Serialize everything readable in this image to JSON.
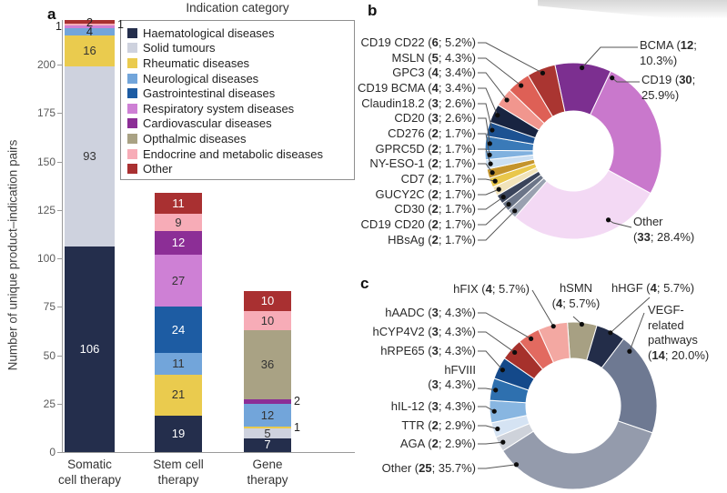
{
  "panels": {
    "a": {
      "panel_label": "a",
      "legend": {
        "title": "Indication category",
        "items": [
          {
            "label": "Haematological diseases",
            "color": "#242e4c"
          },
          {
            "label": "Solid tumours",
            "color": "#ced2de"
          },
          {
            "label": "Rheumatic diseases",
            "color": "#eacb4e"
          },
          {
            "label": "Neurological diseases",
            "color": "#72a5da"
          },
          {
            "label": "Gastrointestinal diseases",
            "color": "#1d5ca3"
          },
          {
            "label": "Respiratory system diseases",
            "color": "#ce80d5"
          },
          {
            "label": "Cardiovascular diseases",
            "color": "#8c2e96"
          },
          {
            "label": "Opthalmic diseases",
            "color": "#a9a284"
          },
          {
            "label": "Endocrine and metabolic diseases",
            "color": "#f7acb7"
          },
          {
            "label": "Other",
            "color": "#a93031"
          }
        ]
      },
      "chart_data": {
        "type": "bar",
        "stacked": true,
        "ylabel": "Number of unique product–indication pairs",
        "yticks": [
          0,
          25,
          50,
          75,
          100,
          125,
          150,
          175,
          200
        ],
        "ylim": [
          0,
          230
        ],
        "grid": false,
        "bars": [
          {
            "name": "Somatic cell therapy",
            "label_lines": [
              "Somatic",
              "cell therapy"
            ],
            "segments": [
              {
                "category": "Haematological diseases",
                "value": 106,
                "label_placement": "inside"
              },
              {
                "category": "Solid tumours",
                "value": 93,
                "label_placement": "inside"
              },
              {
                "category": "Rheumatic diseases",
                "value": 16,
                "label_placement": "inside"
              },
              {
                "category": "Neurological diseases",
                "value": 4,
                "label_placement": "inside"
              },
              {
                "category": "Respiratory system diseases",
                "value": 1,
                "label_placement": "left"
              },
              {
                "category": "Endocrine and metabolic diseases",
                "value": 1,
                "label_placement": "right"
              },
              {
                "category": "Other",
                "value": 2,
                "label_placement": "inside"
              }
            ]
          },
          {
            "name": "Stem cell therapy",
            "label_lines": [
              "Stem cell",
              "therapy"
            ],
            "segments": [
              {
                "category": "Haematological diseases",
                "value": 19,
                "label_placement": "inside"
              },
              {
                "category": "Rheumatic diseases",
                "value": 21,
                "label_placement": "inside"
              },
              {
                "category": "Neurological diseases",
                "value": 11,
                "label_placement": "inside"
              },
              {
                "category": "Gastrointestinal diseases",
                "value": 24,
                "label_placement": "inside"
              },
              {
                "category": "Respiratory system diseases",
                "value": 27,
                "label_placement": "inside"
              },
              {
                "category": "Cardiovascular diseases",
                "value": 12,
                "label_placement": "inside"
              },
              {
                "category": "Endocrine and metabolic diseases",
                "value": 9,
                "label_placement": "inside"
              },
              {
                "category": "Other",
                "value": 11,
                "label_placement": "inside"
              }
            ]
          },
          {
            "name": "Gene therapy",
            "label_lines": [
              "Gene",
              "therapy"
            ],
            "segments": [
              {
                "category": "Haematological diseases",
                "value": 7,
                "label_placement": "inside"
              },
              {
                "category": "Solid tumours",
                "value": 5,
                "label_placement": "inside"
              },
              {
                "category": "Rheumatic diseases",
                "value": 1,
                "label_placement": "right"
              },
              {
                "category": "Neurological diseases",
                "value": 12,
                "label_placement": "inside"
              },
              {
                "category": "Cardiovascular diseases",
                "value": 2,
                "label_placement": "right"
              },
              {
                "category": "Opthalmic diseases",
                "value": 36,
                "label_placement": "inside"
              },
              {
                "category": "Endocrine and metabolic diseases",
                "value": 10,
                "label_placement": "inside"
              },
              {
                "category": "Other",
                "value": 10,
                "label_placement": "inside"
              }
            ]
          }
        ]
      }
    },
    "b": {
      "panel_label": "b",
      "chart_data": {
        "type": "donut",
        "start_angle_deg": -12,
        "slices": [
          {
            "name": "BCMA",
            "value": 12,
            "pct": "10.3",
            "color": "#7c2f90"
          },
          {
            "name": "CD19",
            "value": 30,
            "pct": "25.9",
            "color": "#c978cc"
          },
          {
            "name": "Other",
            "value": 33,
            "pct": "28.4",
            "color": "#f3d9f4"
          },
          {
            "name": "HBsAg",
            "value": 2,
            "pct": "1.7",
            "color": "#99a1b0"
          },
          {
            "name": "CD19 CD20",
            "value": 2,
            "pct": "1.7",
            "color": "#6b7588"
          },
          {
            "name": "CD30",
            "value": 2,
            "pct": "1.7",
            "color": "#3a445b"
          },
          {
            "name": "GUCY2C",
            "value": 2,
            "pct": "1.7",
            "color": "#f1e3ba"
          },
          {
            "name": "CD7",
            "value": 2,
            "pct": "1.7",
            "color": "#e9c74b"
          },
          {
            "name": "NY-ESO-1",
            "value": 2,
            "pct": "1.7",
            "color": "#c4942c"
          },
          {
            "name": "GPRC5D",
            "value": 2,
            "pct": "1.7",
            "color": "#cbdff2"
          },
          {
            "name": "CD276",
            "value": 2,
            "pct": "1.7",
            "color": "#80b1df"
          },
          {
            "name": "CD20",
            "value": 3,
            "pct": "2.6",
            "color": "#3a7ab8"
          },
          {
            "name": "Claudin18.2",
            "value": 3,
            "pct": "2.6",
            "color": "#1d5292"
          },
          {
            "name": "CD19 BCMA",
            "value": 4,
            "pct": "3.4",
            "color": "#182441"
          },
          {
            "name": "GPC3",
            "value": 4,
            "pct": "3.4",
            "color": "#f1968e"
          },
          {
            "name": "MSLN",
            "value": 5,
            "pct": "4.3",
            "color": "#de6056"
          },
          {
            "name": "CD19 CD22",
            "value": 6,
            "pct": "5.2",
            "color": "#aa3531"
          }
        ]
      }
    },
    "c": {
      "panel_label": "c",
      "chart_data": {
        "type": "donut",
        "start_angle_deg": -4,
        "slices": [
          {
            "name": "hSMN",
            "value": 4,
            "pct": "5.7",
            "color": "#a7a083"
          },
          {
            "name": "hHGF",
            "value": 4,
            "pct": "5.7",
            "color": "#232d49"
          },
          {
            "name": "VEGF-related pathways",
            "value": 14,
            "pct": "20.0",
            "color": "#6e7992"
          },
          {
            "name": "Other",
            "value": 25,
            "pct": "35.7",
            "color": "#949bac"
          },
          {
            "name": "AGA",
            "value": 2,
            "pct": "2.9",
            "color": "#ced2da"
          },
          {
            "name": "TTR",
            "value": 2,
            "pct": "2.9",
            "color": "#d5e3f3"
          },
          {
            "name": "hIL-12",
            "value": 3,
            "pct": "4.3",
            "color": "#88b6e1"
          },
          {
            "name": "hFVIII",
            "value": 3,
            "pct": "4.3",
            "color": "#2e70af"
          },
          {
            "name": "hRPE65",
            "value": 3,
            "pct": "4.3",
            "color": "#14498a"
          },
          {
            "name": "hCYP4V2",
            "value": 3,
            "pct": "4.3",
            "color": "#a6312c"
          },
          {
            "name": "hAADC",
            "value": 3,
            "pct": "4.3",
            "color": "#e26a60"
          },
          {
            "name": "hFIX",
            "value": 4,
            "pct": "5.7",
            "color": "#f3a8a2"
          }
        ]
      }
    }
  }
}
